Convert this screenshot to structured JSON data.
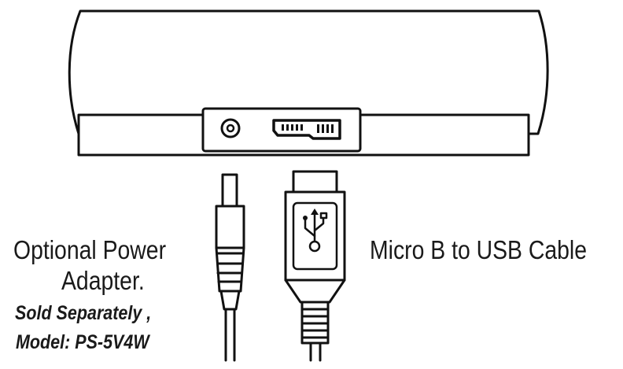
{
  "labels": {
    "power": {
      "line1": "Optional Power",
      "line2": "Adapter.",
      "note1": "Sold Separately ,",
      "note2": "Model: PS-5V4W"
    },
    "usb_cable": "Micro B to USB Cable"
  },
  "icons": {
    "power_port": "dc-power-jack-icon",
    "usb_port": "micro-b-usb3-port-icon",
    "usb_logo": "usb-trident-icon"
  },
  "colors": {
    "line": "#111111",
    "background": "#ffffff"
  }
}
